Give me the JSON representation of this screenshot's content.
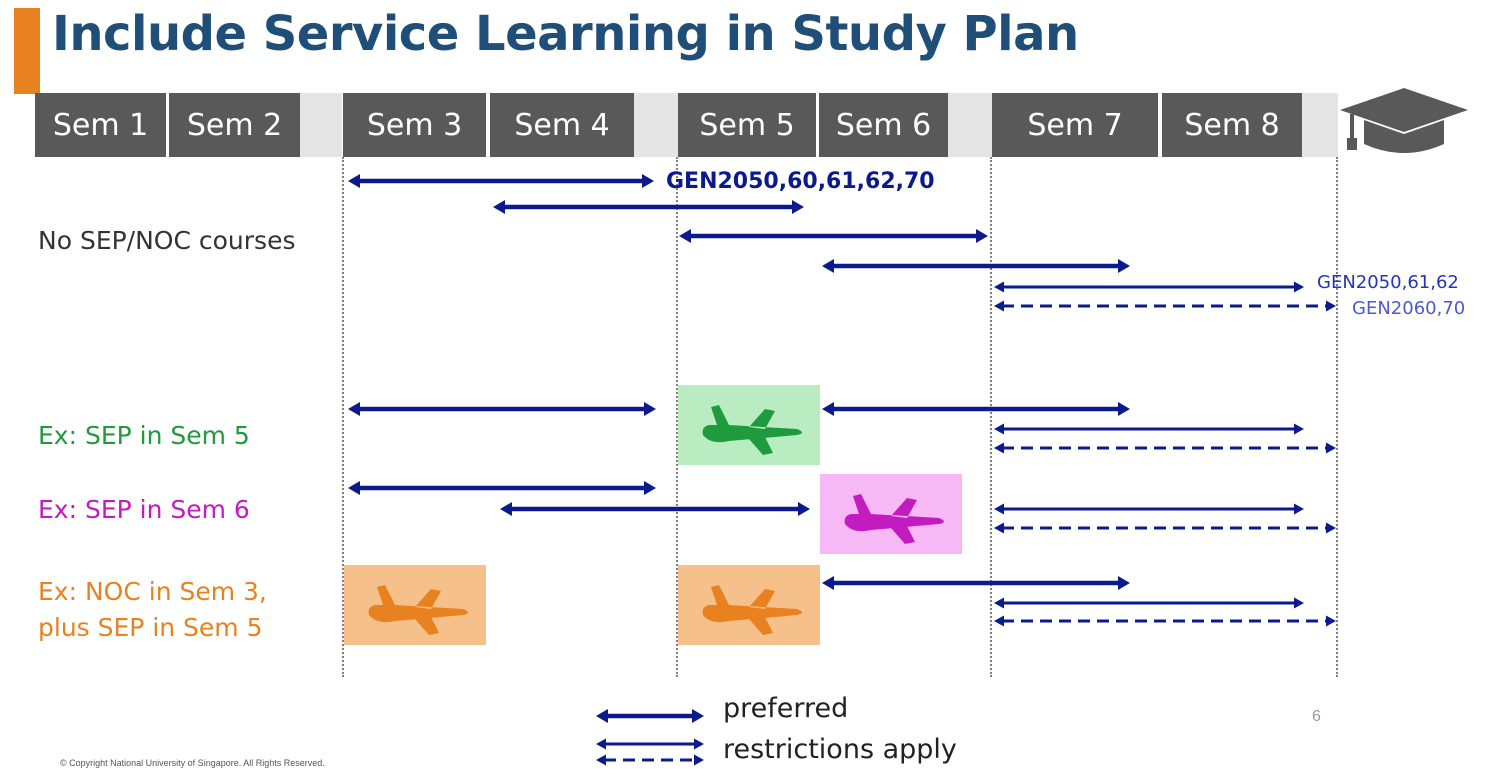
{
  "title": "Include Service Learning in Study Plan",
  "semesters": [
    "Sem 1",
    "Sem 2",
    "Sem 3",
    "Sem 4",
    "Sem 5",
    "Sem 6",
    "Sem 7",
    "Sem 8"
  ],
  "rows": {
    "no_sep": "No SEP/NOC courses",
    "sep5": "Ex: SEP in Sem 5",
    "sep6": "Ex: SEP in Sem 6",
    "noc3_line1": "Ex: NOC in Sem 3,",
    "noc3_line2": "plus SEP in Sem 5"
  },
  "course_labels": {
    "main": "GEN2050,60,61,62,70",
    "sem7_preferred": "GEN2050,61,62",
    "sem7_restricted": "GEN2060,70"
  },
  "legend": {
    "preferred": "preferred",
    "restrictions": "restrictions apply"
  },
  "page_number": "6",
  "copyright": "© Copyright National University of Singapore. All Rights Reserved.",
  "colors": {
    "title": "#1f4e79",
    "accent": "#e8811f",
    "semester_box": "#595959",
    "arrow": "#0b1a8c",
    "sep5": "#1f9a3c",
    "sep6": "#c21cc0",
    "noc": "#e8811f"
  },
  "icons": {
    "graduation": "graduation-cap-icon",
    "plane": "airplane-icon"
  }
}
